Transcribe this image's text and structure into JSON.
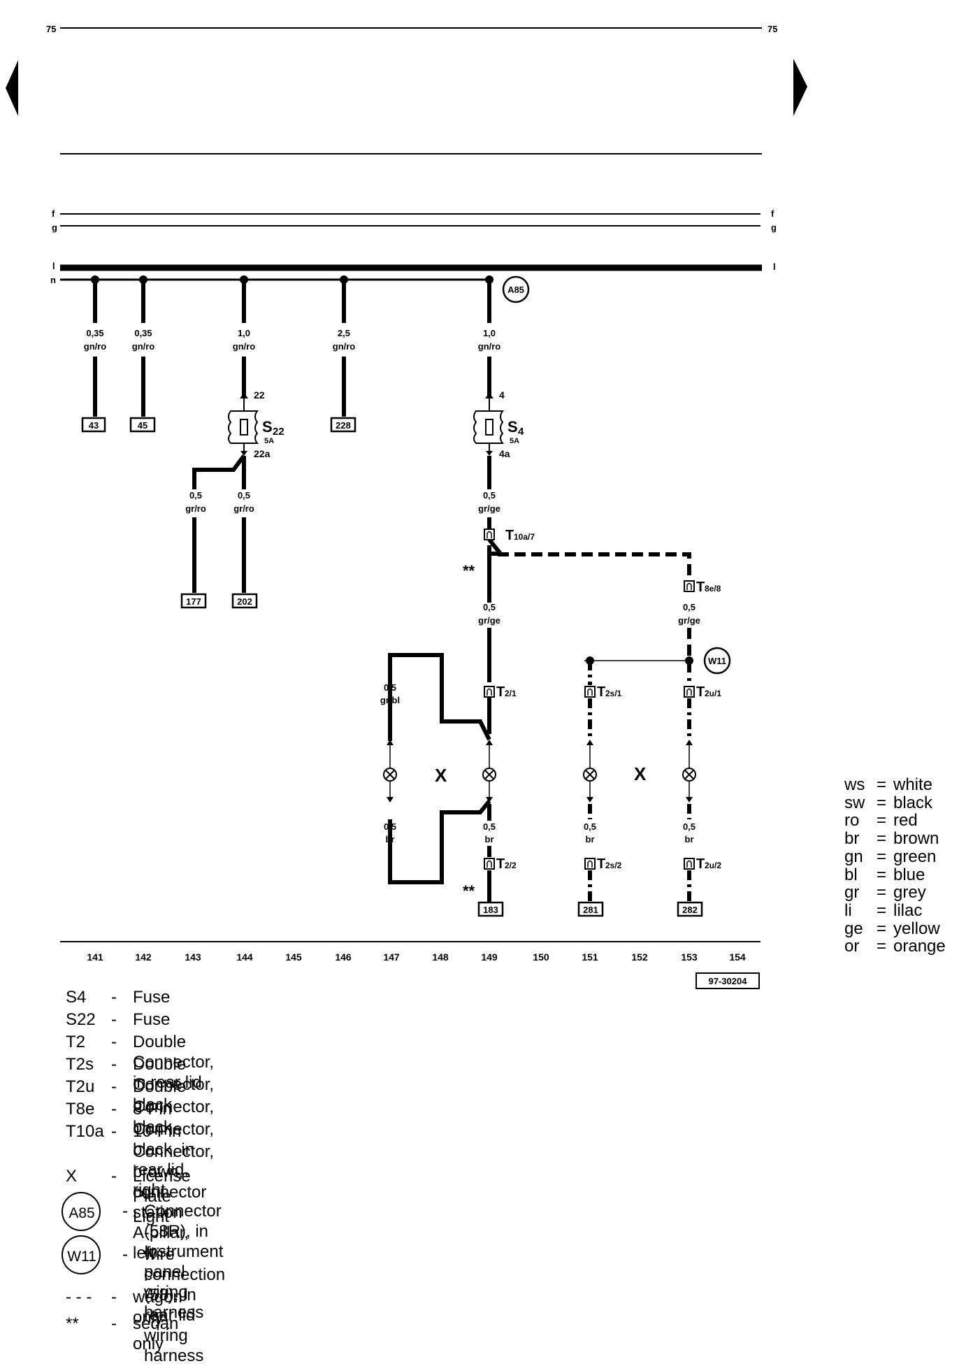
{
  "page": {
    "number_left": "75",
    "number_right": "75",
    "figure_id": "97-30204"
  },
  "bus": {
    "f": "f",
    "g": "g",
    "l": "l",
    "n": "n"
  },
  "wires": [
    {
      "size": "0,35",
      "color": "gn/ro"
    },
    {
      "size": "0,35",
      "color": "gn/ro"
    },
    {
      "size": "1,0",
      "color": "gn/ro"
    },
    {
      "size": "2,5",
      "color": "gn/ro"
    },
    {
      "size": "1,0",
      "color": "gn/ro"
    },
    {
      "size": "0,5",
      "color": "gr/ro"
    },
    {
      "size": "0,5",
      "color": "gr/ro"
    },
    {
      "size": "0,5",
      "color": "gr/ge"
    },
    {
      "size": "0,5",
      "color": "gr/ge"
    },
    {
      "size": "0,5",
      "color": "gr/ge"
    },
    {
      "size": "0,5",
      "color": "gr/bl"
    },
    {
      "size": "0,5",
      "color": "br"
    },
    {
      "size": "0,5",
      "color": "br"
    },
    {
      "size": "0,5",
      "color": "br"
    },
    {
      "size": "0,5",
      "color": "br"
    }
  ],
  "boxes": [
    "43",
    "45",
    "228",
    "177",
    "202",
    "183",
    "281",
    "282"
  ],
  "fuses": {
    "s22": {
      "name": "S",
      "sub": "22",
      "amps": "5A",
      "in": "22",
      "out": "22a"
    },
    "s4": {
      "name": "S",
      "sub": "4",
      "amps": "5A",
      "in": "4",
      "out": "4a"
    }
  },
  "connectors": [
    {
      "base": "T",
      "sub": "10a/7"
    },
    {
      "base": "T",
      "sub": "8e/8"
    },
    {
      "base": "T",
      "sub": "2/1"
    },
    {
      "base": "T",
      "sub": "2s/1"
    },
    {
      "base": "T",
      "sub": "2u/1"
    },
    {
      "base": "T",
      "sub": "2/2"
    },
    {
      "base": "T",
      "sub": "2s/2"
    },
    {
      "base": "T",
      "sub": "2u/2"
    }
  ],
  "marks": {
    "sedan": "**",
    "x": "X",
    "a85": "A85",
    "w11": "W11"
  },
  "scale": [
    "141",
    "142",
    "143",
    "144",
    "145",
    "146",
    "147",
    "148",
    "149",
    "150",
    "151",
    "152",
    "153",
    "154"
  ],
  "legend": [
    {
      "code": "S4",
      "dash": "-",
      "desc": "Fuse"
    },
    {
      "code": "S22",
      "dash": "-",
      "desc": "Fuse"
    },
    {
      "code": "T2",
      "dash": "-",
      "desc": "Double Connector, in rear lid"
    },
    {
      "code": "T2s",
      "dash": "-",
      "desc": "Double Connector, black"
    },
    {
      "code": "T2u",
      "dash": "-",
      "desc": "Double Connector, black"
    },
    {
      "code": "T8e",
      "dash": "-",
      "desc": "8-Pin Connector, black, in rear lid, right"
    },
    {
      "code": "T10a",
      "dash": "-",
      "desc": "10-Pin Connector, brown, connector station\nA-pillar, left"
    },
    {
      "code": "X",
      "dash": "-",
      "desc": "License Plate Light"
    }
  ],
  "legend_circles": [
    {
      "code": "A85",
      "dash": "-",
      "desc": "Connector (58R), in Instrument panel wiring\nharness"
    },
    {
      "code": "W11",
      "dash": "-",
      "desc": "wire connection (58), in rear lid wiring harness"
    }
  ],
  "legend_notes": [
    {
      "code": "- - -",
      "dash": "-",
      "desc": "wagon only"
    },
    {
      "code": "**",
      "dash": "-",
      "desc": "sedan only"
    }
  ],
  "color_key": [
    {
      "code": "ws",
      "name": "white"
    },
    {
      "code": "sw",
      "name": "black"
    },
    {
      "code": "ro",
      "name": "red"
    },
    {
      "code": "br",
      "name": "brown"
    },
    {
      "code": "gn",
      "name": "green"
    },
    {
      "code": "bl",
      "name": "blue"
    },
    {
      "code": "gr",
      "name": "grey"
    },
    {
      "code": "li",
      "name": "lilac"
    },
    {
      "code": "ge",
      "name": "yellow"
    },
    {
      "code": "or",
      "name": "orange"
    }
  ]
}
